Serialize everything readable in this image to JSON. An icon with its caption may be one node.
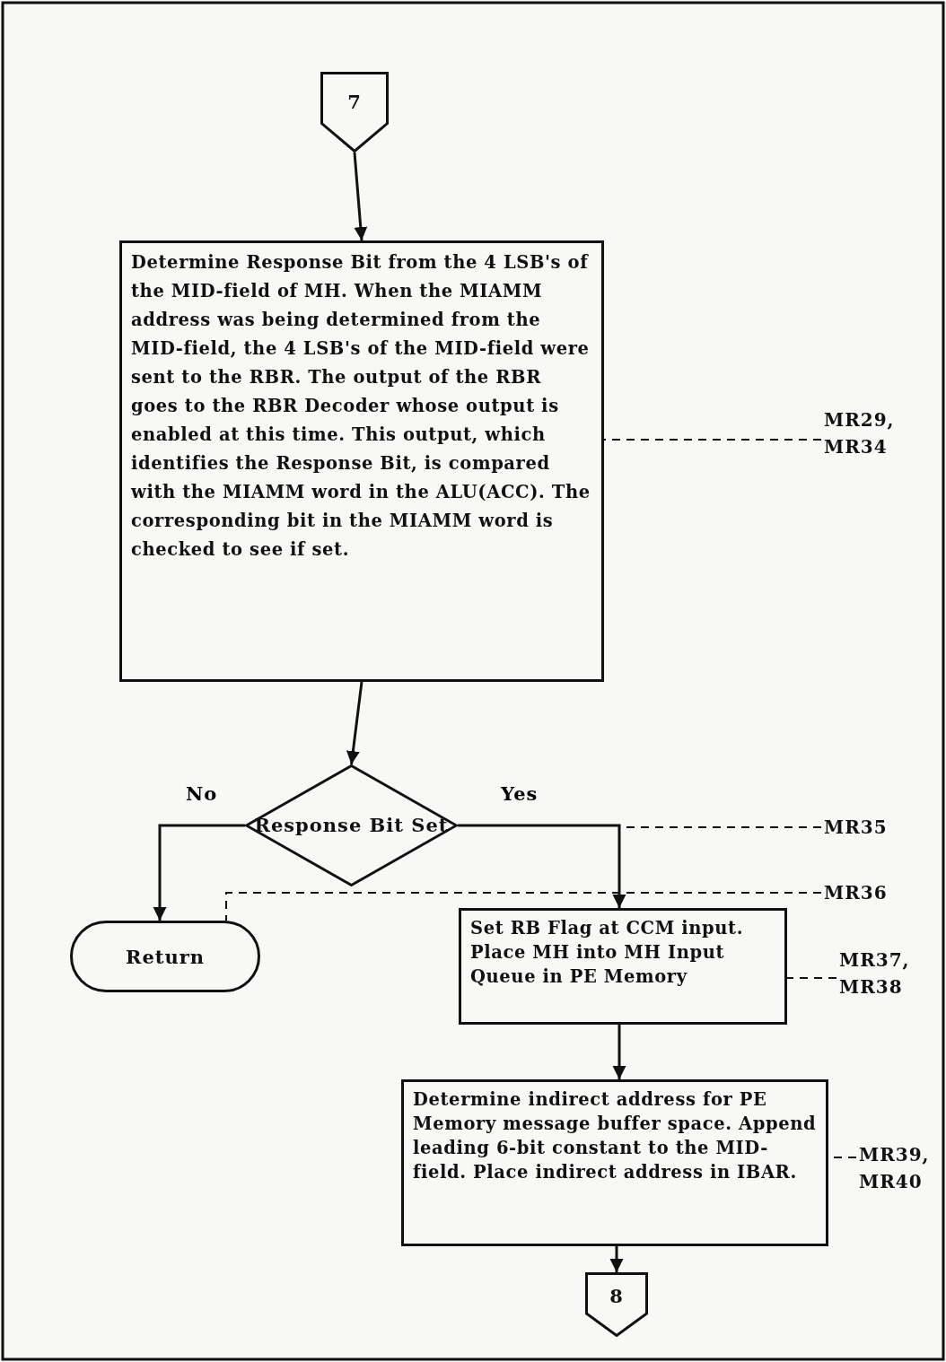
{
  "diagram": {
    "nodes": [
      {
        "text": [
          "7"
        ]
      },
      {
        "text": [
          "Determine Response Bit from the 4 LSB's of the MID-field of MH. When the MIAMM address was being determined from the MID-field, the 4 LSB's of the MID-field were sent to the RBR. The output of the RBR goes to the RBR Decoder whose output is enabled at this time. This output, which identifies the Response Bit, is compared with the MIAMM word in the ALU(ACC). The corresponding bit in the MIAMM word is checked to see if set."
        ]
      },
      {
        "text": [
          "Response Bit Set"
        ]
      },
      {
        "text": [
          "Return"
        ]
      },
      {
        "text": [
          "Set RB Flag at CCM input. Place MH into MH Input Queue in PE Memory"
        ]
      },
      {
        "text": [
          "Determine indirect address for PE Memory message buffer space. Append leading 6-bit constant to the MID-field. Place indirect address in IBAR."
        ]
      },
      {
        "text": [
          "8"
        ]
      },
      {
        "text": [
          "MR29, MR34"
        ]
      },
      {
        "text": [
          "MR35"
        ]
      },
      {
        "text": [
          "MR36"
        ]
      },
      {
        "text": [
          "MR37, MR38"
        ]
      },
      {
        "text": [
          "MR39, MR40"
        ]
      }
    ],
    "edges": [
      {
        "from": 0,
        "to": 1,
        "arrow": "to"
      },
      {
        "from": 1,
        "to": 2,
        "arrow": "to"
      },
      {
        "from": 2,
        "to": 3,
        "arrow": "to",
        "label": "No"
      },
      {
        "from": 2,
        "to": 4,
        "arrow": "to",
        "label": "Yes"
      },
      {
        "from": 4,
        "to": 5,
        "arrow": "to"
      },
      {
        "from": 5,
        "to": 6,
        "arrow": "to"
      },
      {
        "from": 7,
        "to": 1,
        "arrow": "none",
        "style": "dashed"
      },
      {
        "from": 8,
        "to": null,
        "arrow": "none",
        "style": "dashed"
      },
      {
        "from": 9,
        "to": 3,
        "arrow": "none",
        "style": "dashed"
      },
      {
        "from": 10,
        "to": 4,
        "arrow": "none",
        "style": "dashed"
      },
      {
        "from": 11,
        "to": 5,
        "arrow": "none",
        "style": "dashed"
      }
    ]
  }
}
